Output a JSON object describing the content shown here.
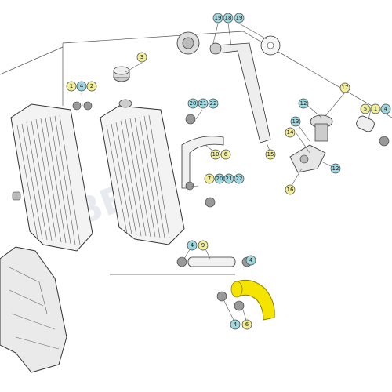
{
  "watermark_text": "BETA",
  "callout_colors": {
    "teal": "#9fd8df",
    "yellow": "#f0ee9a",
    "stroke": "#444444"
  },
  "highlight_color": "#f5e400",
  "callouts": [
    {
      "id": "c19a",
      "text": "19",
      "color": "teal"
    },
    {
      "id": "c18",
      "text": "18",
      "color": "teal"
    },
    {
      "id": "c19b",
      "text": "19",
      "color": "teal"
    },
    {
      "id": "c3",
      "text": "3",
      "color": "yellow"
    },
    {
      "id": "c1a",
      "text": "1",
      "color": "yellow"
    },
    {
      "id": "c4a",
      "text": "4",
      "color": "teal"
    },
    {
      "id": "c2",
      "text": "2",
      "color": "yellow"
    },
    {
      "id": "c20a",
      "text": "20",
      "color": "teal"
    },
    {
      "id": "c21a",
      "text": "21",
      "color": "teal"
    },
    {
      "id": "c22a",
      "text": "22",
      "color": "teal"
    },
    {
      "id": "c17",
      "text": "17",
      "color": "yellow"
    },
    {
      "id": "c12a",
      "text": "12",
      "color": "teal"
    },
    {
      "id": "c5",
      "text": "5",
      "color": "yellow"
    },
    {
      "id": "c1b",
      "text": "1",
      "color": "yellow"
    },
    {
      "id": "c4b",
      "text": "4",
      "color": "teal"
    },
    {
      "id": "c13",
      "text": "13",
      "color": "teal"
    },
    {
      "id": "c14",
      "text": "14",
      "color": "yellow"
    },
    {
      "id": "c10",
      "text": "10",
      "color": "yellow"
    },
    {
      "id": "c6a",
      "text": "6",
      "color": "yellow"
    },
    {
      "id": "c15",
      "text": "15",
      "color": "yellow"
    },
    {
      "id": "c12b",
      "text": "12",
      "color": "teal"
    },
    {
      "id": "c16",
      "text": "16",
      "color": "yellow"
    },
    {
      "id": "c7",
      "text": "7",
      "color": "yellow"
    },
    {
      "id": "c20b",
      "text": "20",
      "color": "teal"
    },
    {
      "id": "c21b",
      "text": "21",
      "color": "teal"
    },
    {
      "id": "c22b",
      "text": "22",
      "color": "teal"
    },
    {
      "id": "c4c",
      "text": "4",
      "color": "teal"
    },
    {
      "id": "c9",
      "text": "9",
      "color": "yellow"
    },
    {
      "id": "c4d",
      "text": "4",
      "color": "teal"
    },
    {
      "id": "c4e",
      "text": "4",
      "color": "teal"
    },
    {
      "id": "c6b",
      "text": "6",
      "color": "yellow"
    }
  ]
}
